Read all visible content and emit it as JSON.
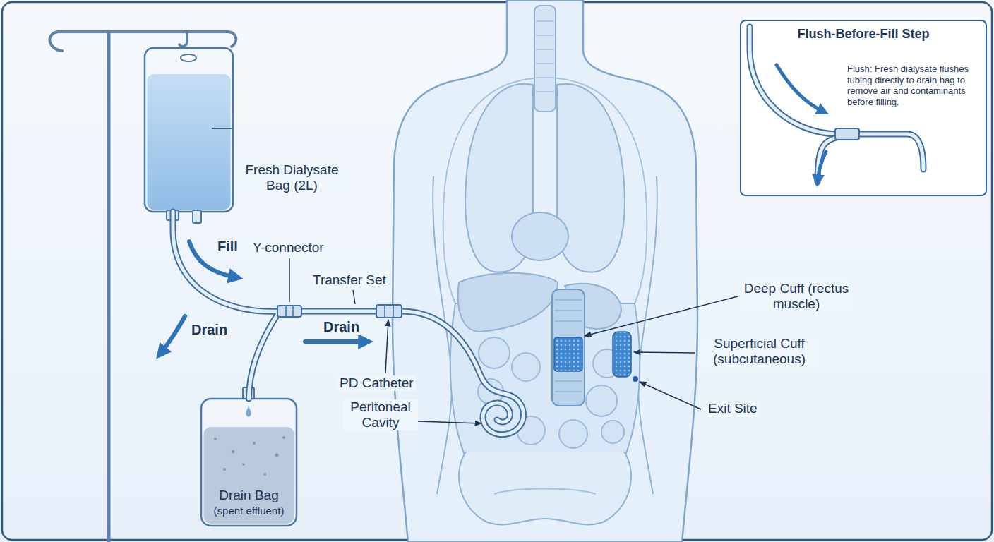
{
  "diagram": {
    "nodes": [
      {
        "text": [
          "Fresh Dialysate Bag (2L)"
        ]
      },
      {
        "text": [
          "Drain Bag",
          "(spent effluent)"
        ]
      },
      {
        "text": [
          "Flush-Before-Fill Step",
          "Flush: Fresh dialysate flushes tubing directly to drain bag to remove air and contaminants before filling."
        ]
      }
    ],
    "edges": [
      {
        "from": 0,
        "to": 1,
        "arrow": "none"
      }
    ],
    "labels": [
      "Fill",
      "Y-connector",
      "Transfer Set",
      "Drain",
      "Drain",
      "PD Catheter",
      "Peritoneal Cavity",
      "Deep Cuff (rectus muscle)",
      "Superficial Cuff (subcutaneous)",
      "Exit Site"
    ]
  }
}
